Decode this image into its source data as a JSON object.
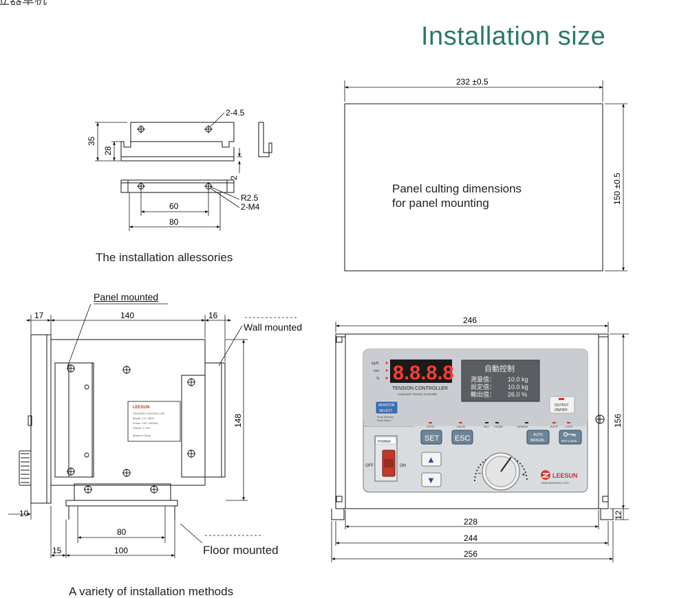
{
  "header": {
    "corner_text": "立器草机",
    "title": "Installation size"
  },
  "accessories": {
    "caption": "The installation allessories",
    "dims": {
      "hole": "2-4.5",
      "h35": "35",
      "h28": "28",
      "thick": "2",
      "radius": "R2.5",
      "screw": "2-M4",
      "d60": "60",
      "d80": "80"
    }
  },
  "panel_cut": {
    "width": "232 ±0.5",
    "height": "150 ±0.5",
    "line1": "Panel culting dimensions",
    "line2": "for panel mounting"
  },
  "side_view": {
    "caption": "A variety of installation methods",
    "panel_mounted": "Panel mounted",
    "wall_mounted": "Wall mounted",
    "floor_mounted": "Floor mounted",
    "dims": {
      "d17": "17",
      "d140": "140",
      "d16": "16",
      "d148": "148",
      "d10": "10",
      "d80": "80",
      "d15": "15",
      "d100": "100"
    },
    "label_card": {
      "brand": "LEESUN",
      "lines": [
        "TENSION CONTROLLER",
        "Model: LTC-2500",
        "Power: 100~240VAC",
        "Output: 0~24V",
        "Made in China"
      ]
    }
  },
  "front_view": {
    "dims": {
      "d246": "246",
      "d156": "156",
      "d12": "12",
      "d228": "228",
      "d244": "244",
      "d256": "256"
    },
    "display": {
      "seg_value": "8.8.8.8",
      "units": [
        "kg/N",
        "mm",
        "%"
      ],
      "controller_title": "TENSION CONTROLLER",
      "controller_sub": "Automatic Tension Controller",
      "lcd_title": "自動控制",
      "lcd_rows": [
        {
          "label": "測量值：",
          "value": "10.0 kg"
        },
        {
          "label": "設定值：",
          "value": "10.0 kg"
        },
        {
          "label": "輸出值：",
          "value": "26.0 %"
        }
      ],
      "monitor_btn": [
        "MONITOR",
        "SELECT"
      ],
      "monitor_note": [
        "Press Selection",
        "Reset Select"
      ],
      "output_btn": [
        "OUTPUT",
        "ON/OFF"
      ]
    },
    "leds": [
      "UP/TA",
      "CAL/SI",
      "AUX",
      "CLEAR",
      "MANUAL",
      "AUTO",
      "LOCK"
    ],
    "buttons": {
      "set": "SET",
      "esc": "ESC",
      "auto_manual": [
        "AUTO",
        "MANUAL"
      ],
      "key_lock": "KEY LOCK",
      "up": "▲",
      "down": "▼"
    },
    "power": {
      "title": "POWER",
      "off": "OFF",
      "on": "ON"
    },
    "knob": {
      "minus": "−",
      "plus": "+"
    },
    "brand": {
      "name": "LEESUN",
      "url": "www.leesuntec.com"
    }
  }
}
